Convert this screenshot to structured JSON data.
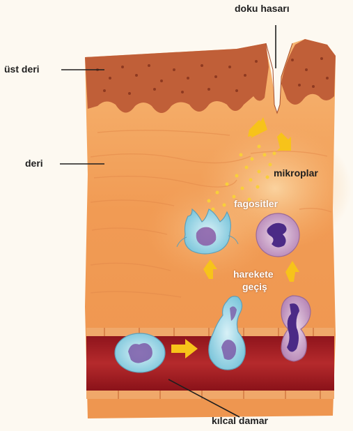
{
  "labels": {
    "damage": "doku hasarı",
    "epidermis": "üst deri",
    "dermis": "deri",
    "microbes": "mikroplar",
    "phagocytes": "fagositler",
    "migration_line1": "harekete",
    "migration_line2": "geçiş",
    "capillary": "kılcal damar"
  },
  "colors": {
    "skin": "#f0a35c",
    "epidermis": "#c2623a",
    "vessel": "#a51e24",
    "arrow": "#f7c31a",
    "cell_blue": "#9fd8ea",
    "cell_purple": "#c99ac2",
    "nucleus": "#4b2a86"
  }
}
